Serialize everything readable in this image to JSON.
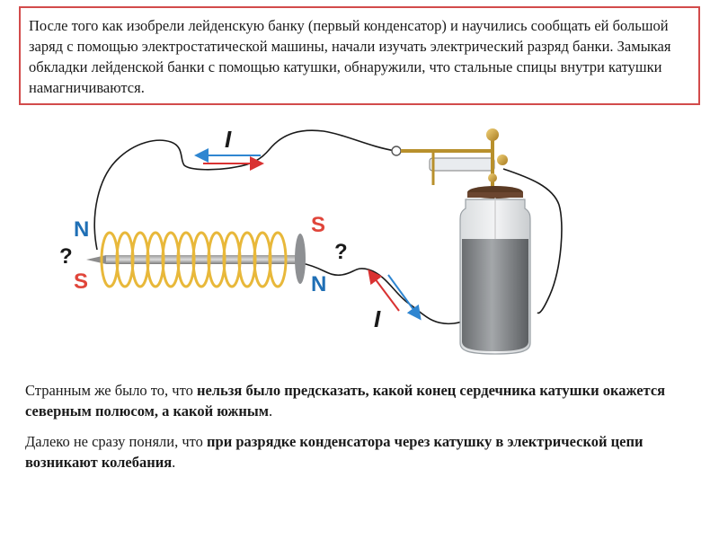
{
  "intro": {
    "text": "После того как изобрели лейденскую банку (первый конденсатор) и научились сообщать ей большой заряд с помощью электростатической машины, начали изучать электрический разряд банки. Замыкая обкладки лейденской банки с помощью катушки, обнаружили, что стальные спицы внутри катушки намагничиваются."
  },
  "figure": {
    "current_label_top": "I",
    "current_label_bottom": "I",
    "left_end": {
      "top": "N",
      "question": "?",
      "bottom": "S"
    },
    "right_end": {
      "top": "S",
      "question": "?",
      "bottom": "N"
    },
    "colors": {
      "coil": "#e8b83a",
      "north_pole": "#1f6fb5",
      "south_pole": "#e0453a",
      "arrow_blue": "#2f86d1",
      "arrow_red": "#d93232",
      "box_border": "#d24b4b"
    }
  },
  "paragraph1": {
    "before": "Странным же было то, что ",
    "emphasis": "нельзя было предсказать, какой конец сердечника катушки окажется северным полюсом, а какой южным",
    "after": "."
  },
  "paragraph2": {
    "before": "Далеко не сразу поняли, что ",
    "emphasis": "при разрядке конденсатора через катушку в электрической цепи возникают колебания",
    "after": "."
  }
}
